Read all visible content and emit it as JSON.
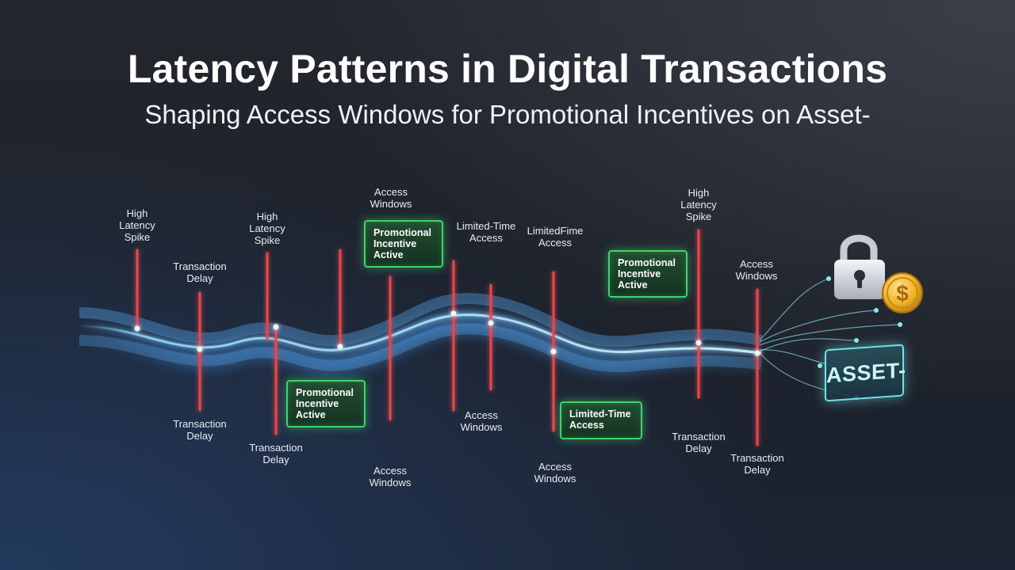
{
  "header": {
    "title": "Latency Patterns in Digital Transactions",
    "subtitle": "Shaping Access Windows for Promotional Incentives on Asset-"
  },
  "labels": [
    {
      "id": "high-latency-spike-1",
      "text": "High\nLatency\nSpike"
    },
    {
      "id": "transaction-delay-top-1",
      "text": "Transaction\nDelay"
    },
    {
      "id": "high-latency-spike-2",
      "text": "High\nLatency\nSpike"
    },
    {
      "id": "access-windows-top-1",
      "text": "Access\nWindows"
    },
    {
      "id": "limited-time-access-top-1",
      "text": "Limited-Time\nAccess"
    },
    {
      "id": "limited-time-access-top-2",
      "text": "LimitedFime\nAccess"
    },
    {
      "id": "high-latency-spike-3",
      "text": "High\nLatency\nSpike"
    },
    {
      "id": "access-windows-top-2",
      "text": "Access\nWindows"
    },
    {
      "id": "transaction-delay-bottom-1",
      "text": "Transaction\nDelay"
    },
    {
      "id": "transaction-delay-bottom-2",
      "text": "Transaction\nDelay"
    },
    {
      "id": "access-windows-bottom-1",
      "text": "Access\nWindows"
    },
    {
      "id": "access-windows-bottom-2",
      "text": "Access\nWindows"
    },
    {
      "id": "access-windows-bottom-3",
      "text": "Access\nWindows"
    },
    {
      "id": "transaction-delay-bottom-3",
      "text": "Transaction\nDelay"
    },
    {
      "id": "transaction-delay-bottom-4",
      "text": "Transaction\nDelay"
    }
  ],
  "badges": [
    {
      "id": "promo-badge-1",
      "text": "Promotional\nIncentive\nActive"
    },
    {
      "id": "promo-badge-2",
      "text": "Promotional\nIncentive\nActive"
    },
    {
      "id": "promo-badge-3",
      "text": "Promotional\nIncentive\nActive"
    },
    {
      "id": "limited-time-badge",
      "text": "Limited-Time\nAccess"
    }
  ],
  "asset": {
    "label": "ASSET-",
    "lock_icon": "padlock-icon",
    "coin_icon": "dollar-coin-icon"
  },
  "colors": {
    "spike_red": "#e8474c",
    "wave_blue": "#6fc6ff",
    "badge_green": "#3fd46a",
    "asset_cyan": "#6fe3e8",
    "coin_gold": "#f0b429"
  }
}
